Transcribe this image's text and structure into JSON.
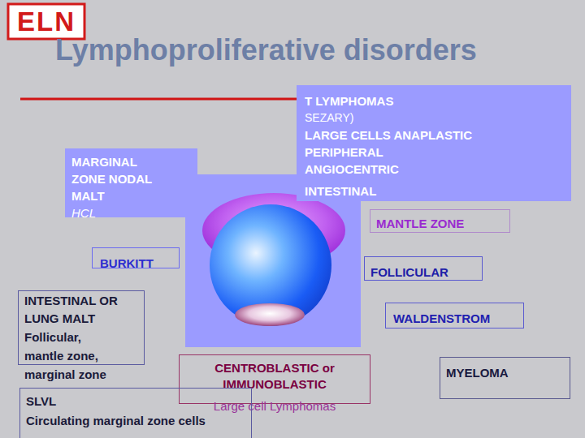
{
  "diagram": {
    "title": "Lymphoproliferative disorders",
    "nodes": [
      {
        "text": [
          "T LYMPHOMAS",
          "SEZARY)",
          "LARGE CELLS ANAPLASTIC",
          "PERIPHERAL",
          "ANGIOCENTRIC",
          "INTESTINAL"
        ]
      },
      {
        "text": [
          "MARGINAL ZONE NODAL MALT",
          "HCL"
        ]
      },
      {
        "text": [
          "MANTLE ZONE"
        ]
      },
      {
        "text": [
          "BURKITT"
        ]
      },
      {
        "text": [
          "FOLLICULAR"
        ]
      },
      {
        "text": [
          "INTESTINAL OR LUNG MALT",
          "Follicular, mantle zone, marginal zone"
        ]
      },
      {
        "text": [
          "WALDENSTROM"
        ]
      },
      {
        "text": [
          "CENTROBLASTIC or IMMUNOBLASTIC",
          "Large cell Lymphomas"
        ]
      },
      {
        "text": [
          "MYELOMA"
        ]
      },
      {
        "text": [
          "SLVL",
          "Circulating marginal zone cells"
        ]
      }
    ],
    "labels": [
      "ELN"
    ]
  }
}
